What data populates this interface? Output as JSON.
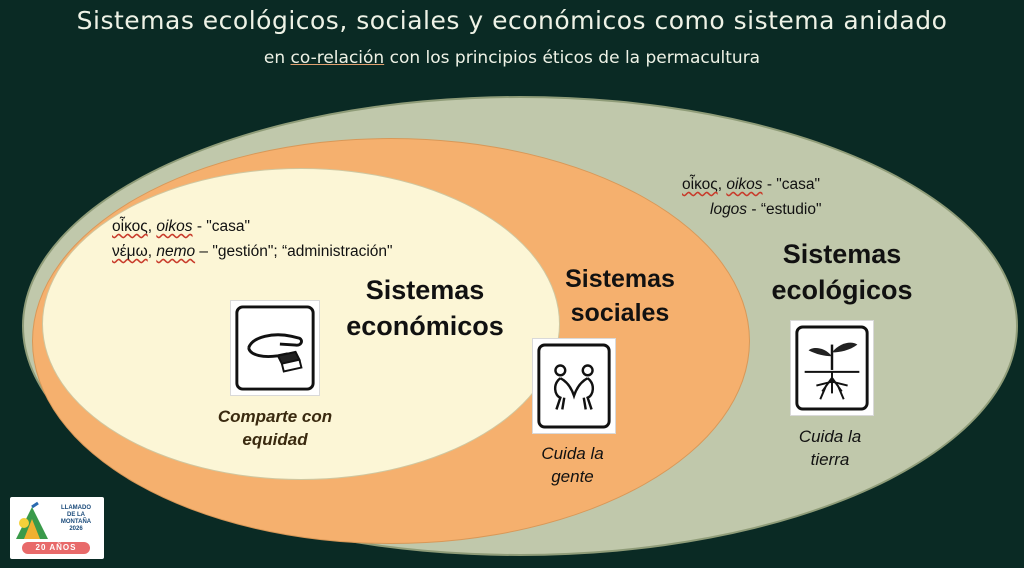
{
  "header": {
    "title": "Sistemas ecológicos, sociales y económicos como sistema anidado",
    "subtitle_pre": "en ",
    "subtitle_underlined": "co-relación",
    "subtitle_post": " con los principios éticos de la permacultura"
  },
  "economicos": {
    "line1_greek": "οἶκος",
    "line1_translit": "oikos",
    "line1_meaning": " - \"casa\"",
    "line2_greek": "νέμω",
    "line2_translit": "nemo",
    "line2_meaning": " – \"gestión\"; “administración\"",
    "label_line1": "Sistemas",
    "label_line2": "económicos",
    "caption_line1": "Comparte con",
    "caption_line2": "equidad",
    "icon": "hand-sharing-icon"
  },
  "sociales": {
    "label_line1": "Sistemas",
    "label_line2": "sociales",
    "caption_line1": "Cuida la",
    "caption_line2": "gente",
    "icon": "people-heart-icon"
  },
  "ecologicos": {
    "line1_greek": "οἶκος",
    "line1_translit": "oikos",
    "line1_meaning": " - \"casa\"",
    "line2_translit": "logos",
    "line2_meaning": " - “estudio\"",
    "label_line1": "Sistemas",
    "label_line2": "ecológicos",
    "caption_line1": "Cuida la",
    "caption_line2": "tierra",
    "icon": "sprout-roots-icon"
  },
  "logo": {
    "line1": "LLAMADO",
    "line2": "DE LA",
    "line3": "MONTAÑA",
    "line4": "2026",
    "badge": "20 AÑOS"
  },
  "colors": {
    "background": "#0a2a24",
    "ecologicos": "#c0c8ab",
    "sociales": "#f5b06e",
    "economicos": "#fcf6d6"
  }
}
